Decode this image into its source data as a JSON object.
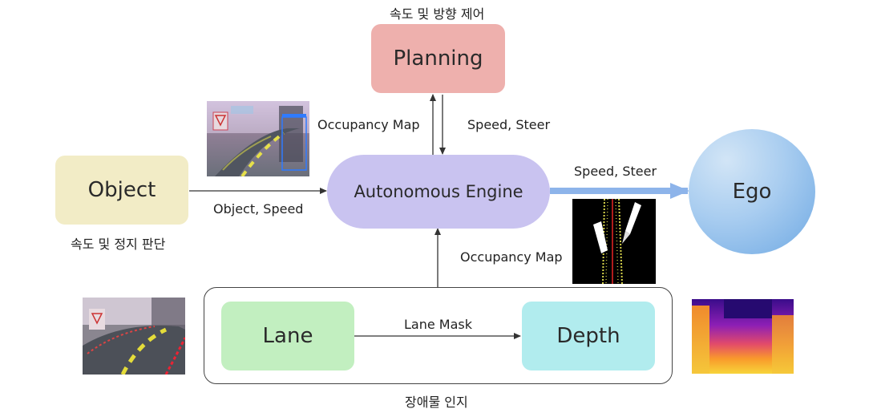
{
  "nodes": {
    "planning": "Planning",
    "engine": "Autonomous Engine",
    "object": "Object",
    "ego": "Ego",
    "lane": "Lane",
    "depth": "Depth"
  },
  "captions": {
    "planning": "속도 및 방향 제어",
    "object": "속도 및 정지 판단",
    "perception": "장애물 인지"
  },
  "edges": {
    "engine_to_planning": "Occupancy Map",
    "planning_to_engine": "Speed, Steer",
    "engine_to_ego": "Speed, Steer",
    "object_to_engine": "Object, Speed",
    "perception_to_engine": "Occupancy Map",
    "lane_to_depth": "Lane Mask"
  },
  "colors": {
    "planning": "#eeb0ad",
    "engine": "#c9c3f0",
    "object": "#f2ecc6",
    "ego_light": "#cfe2f5",
    "ego_dark": "#6fa9e3",
    "lane": "#c2efc0",
    "depth": "#b1ecee",
    "ego_arrow": "#8db4ea"
  }
}
